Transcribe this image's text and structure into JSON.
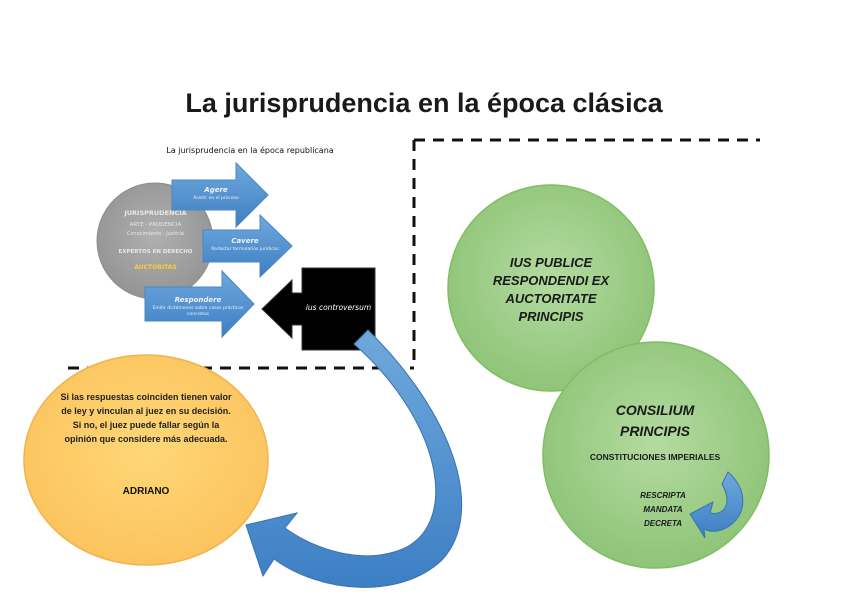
{
  "title": "La jurisprudencia en la época clásica",
  "subtitle": "La jurisprudencia en la época republicana",
  "gray_circle": {
    "line1": "JURISPRUDENCIA",
    "line2": "ARTE · PRUDENCIA",
    "line3": "Conocimiento · Justicia",
    "line4": "EXPERTOS EN DERECHO",
    "line5": "AUCTORITAS"
  },
  "arrows": {
    "agere": {
      "label": "Agere",
      "sub": "Asistir en el proceso"
    },
    "cavere": {
      "label": "Cavere",
      "sub": "Redactar formularios jurídicos"
    },
    "respondere": {
      "label": "Respondere",
      "sub": "Emitir dictámenes sobre casos prácticos concretos"
    }
  },
  "black_box": {
    "label": "ius controversum"
  },
  "green_top": {
    "text": "IUS PUBLICE RESPONDENDI EX AUCTORITATE PRINCIPIS"
  },
  "green_bottom": {
    "title": "CONSILIUM PRINCIPIS",
    "subtitle": "CONSTITUCIONES IMPERIALES",
    "items": [
      "RESCRIPTA",
      "MANDATA",
      "DECRETA"
    ]
  },
  "yellow_circle": {
    "text": "Si las respuestas coinciden tienen valor de ley y vinculan al juez en su decisión. Si no, el juez puede fallar según la opinión que considere más adecuada.",
    "name": "ADRIANO"
  },
  "colors": {
    "blue_arrow": "#5b9bd5",
    "gray": "#a6a6a6",
    "green": "#9fcf86",
    "green_border": "#70ad47",
    "yellow": "#ffcc66",
    "yellow_border": "#f4b183",
    "black": "#000000"
  }
}
